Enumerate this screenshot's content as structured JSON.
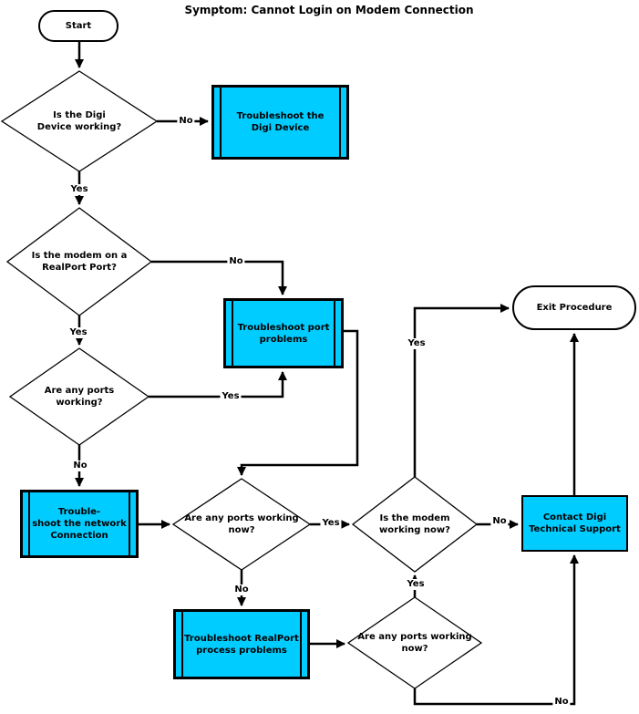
{
  "title": "Symptom: Cannot Login on Modem Connection",
  "colors": {
    "process_fill": "#00CCFF",
    "line": "#000000",
    "background": "#FFFFFF"
  },
  "nodes": {
    "start": {
      "type": "terminator",
      "label": "Start"
    },
    "digi_working": {
      "type": "decision",
      "label": "Is the Digi\nDevice working?"
    },
    "troubleshoot_digi": {
      "type": "predefined-process",
      "label": "Troubleshoot  the\nDigi Device"
    },
    "modem_realport": {
      "type": "decision",
      "label": "Is the modem on a\nRealPort Port?"
    },
    "troubleshoot_port": {
      "type": "predefined-process",
      "label": "Troubleshoot port\nproblems"
    },
    "ports_working": {
      "type": "decision",
      "label": "Are any ports\nworking?"
    },
    "troubleshoot_network": {
      "type": "predefined-process",
      "label": "Trouble-\nshoot the network\nConnection"
    },
    "ports_working_now_1": {
      "type": "decision",
      "label": "Are any ports working\nnow?"
    },
    "troubleshoot_realport": {
      "type": "predefined-process",
      "label": "Troubleshoot RealPort\nprocess problems"
    },
    "modem_working_now": {
      "type": "decision",
      "label": "Is the modem\nworking now?"
    },
    "ports_working_now_2": {
      "type": "decision",
      "label": "Are any ports working\nnow?"
    },
    "contact_support": {
      "type": "process",
      "label": "Contact Digi\nTechnical Support"
    },
    "exit": {
      "type": "terminator",
      "label": "Exit Procedure"
    }
  },
  "edge_labels": {
    "digi_working_no": "No",
    "digi_working_yes": "Yes",
    "modem_realport_no": "No",
    "modem_realport_yes": "Yes",
    "ports_working_yes": "Yes",
    "ports_working_no": "No",
    "ports_now1_yes": "Yes",
    "ports_now1_no": "No",
    "modem_now_yes": "Yes",
    "modem_now_no": "No",
    "ports_now2_yes": "Yes",
    "ports_now2_no": "No"
  }
}
